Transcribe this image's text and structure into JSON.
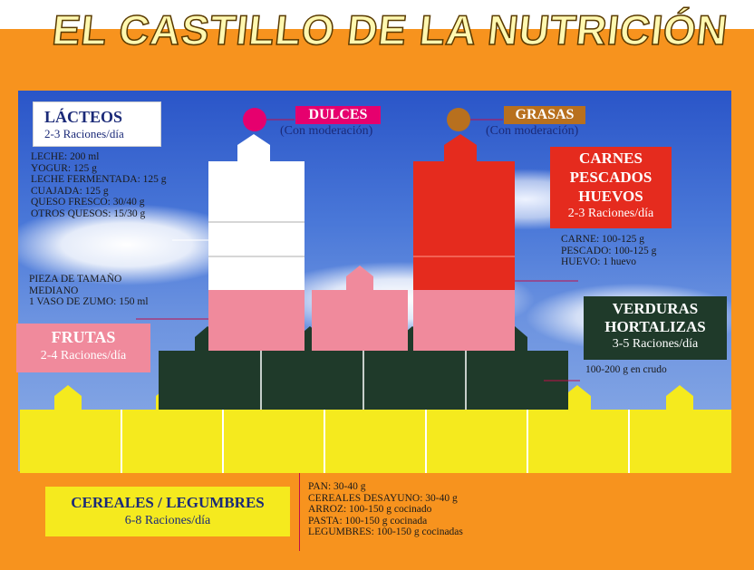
{
  "title": "EL CASTILLO DE LA NUTRICIÓN",
  "colors": {
    "orange": "#f7931e",
    "dairy_white": "#ffffff",
    "meat_red": "#e52b1e",
    "fruit_pink": "#f08a9c",
    "veg_green": "#1f3a2a",
    "cereal_yellow": "#f5ea1e",
    "sweets_magenta": "#e6006e",
    "fats_brown": "#b8701e",
    "label_blue": "#1b2a78"
  },
  "lacteos": {
    "name": "LÁCTEOS",
    "portions": "2-3 Raciones/día",
    "items": [
      "LECHE: 200 ml",
      "YOGUR: 125 g",
      "LECHE FERMENTADA: 125 g",
      "CUAJADA: 125 g",
      "QUESO FRESCO: 30/40 g",
      "OTROS QUESOS: 15/30 g"
    ]
  },
  "dulces": {
    "name": "DULCES",
    "note": "(Con moderación)"
  },
  "grasas": {
    "name": "GRASAS",
    "note": "(Con moderación)"
  },
  "carnes": {
    "name_lines": [
      "CARNES",
      "PESCADOS",
      "HUEVOS"
    ],
    "portions": "2-3 Raciones/día",
    "items": [
      "CARNE: 100-125 g",
      "PESCADO: 100-125 g",
      "HUEVO: 1 huevo"
    ]
  },
  "frutas": {
    "name": "FRUTAS",
    "portions": "2-4 Raciones/día",
    "items": [
      "PIEZA DE TAMAÑO",
      "MEDIANO",
      "1 VASO DE ZUMO: 150 ml"
    ]
  },
  "verduras": {
    "name_lines": [
      "VERDURAS",
      "HORTALIZAS"
    ],
    "portions": "3-5 Raciones/día",
    "items": [
      "100-200 g en crudo"
    ]
  },
  "cereales": {
    "name": "CEREALES / LEGUMBRES",
    "portions": "6-8 Raciones/día",
    "items": [
      "PAN: 30-40 g",
      "CEREALES DESAYUNO: 30-40 g",
      "ARROZ: 100-150 g cocinado",
      "PASTA: 100-150 g cocinada",
      "LEGUMBRES: 100-150 g cocinadas"
    ]
  }
}
